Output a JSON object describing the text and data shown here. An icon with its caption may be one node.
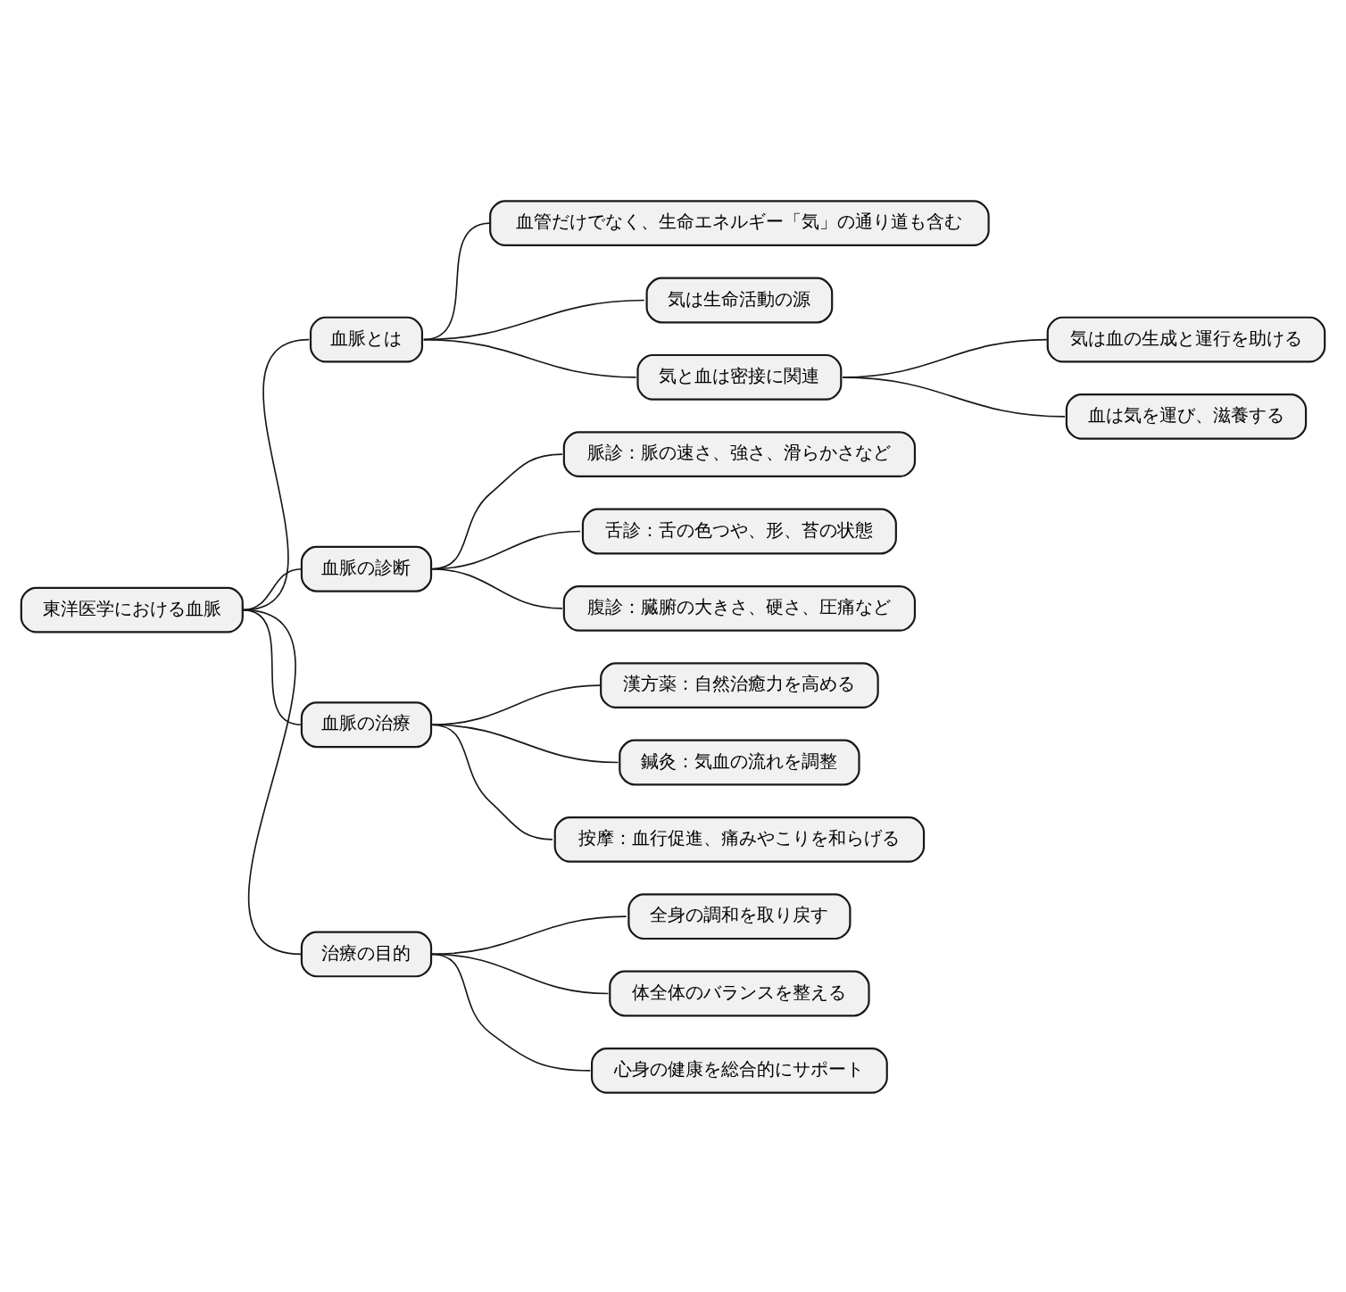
{
  "diagram": {
    "nodes": [
      {
        "text": [
          "東洋医学における血脈"
        ]
      },
      {
        "text": [
          "血脈とは"
        ]
      },
      {
        "text": [
          "血管だけでなく、生命エネルギー「気」の通り道も含む"
        ]
      },
      {
        "text": [
          "気は生命活動の源"
        ]
      },
      {
        "text": [
          "気と血は密接に関連"
        ]
      },
      {
        "text": [
          "気は血の生成と運行を助ける"
        ]
      },
      {
        "text": [
          "血は気を運び、滋養する"
        ]
      },
      {
        "text": [
          "血脈の診断"
        ]
      },
      {
        "text": [
          "脈診：脈の速さ、強さ、滑らかさなど"
        ]
      },
      {
        "text": [
          "舌診：舌の色つや、形、苔の状態"
        ]
      },
      {
        "text": [
          "腹診：臓腑の大きさ、硬さ、圧痛など"
        ]
      },
      {
        "text": [
          "血脈の治療"
        ]
      },
      {
        "text": [
          "漢方薬：自然治癒力を高める"
        ]
      },
      {
        "text": [
          "鍼灸：気血の流れを調整"
        ]
      },
      {
        "text": [
          "按摩：血行促進、痛みやこりを和らげる"
        ]
      },
      {
        "text": [
          "治療の目的"
        ]
      },
      {
        "text": [
          "全身の調和を取り戻す"
        ]
      },
      {
        "text": [
          "体全体のバランスを整える"
        ]
      },
      {
        "text": [
          "心身の健康を総合的にサポート"
        ]
      }
    ],
    "edges": [
      {
        "from": 0,
        "to": 1,
        "arrow": "none"
      },
      {
        "from": 1,
        "to": 2,
        "arrow": "none"
      },
      {
        "from": 1,
        "to": 3,
        "arrow": "none"
      },
      {
        "from": 1,
        "to": 4,
        "arrow": "none"
      },
      {
        "from": 4,
        "to": 5,
        "arrow": "none"
      },
      {
        "from": 4,
        "to": 6,
        "arrow": "none"
      },
      {
        "from": 0,
        "to": 7,
        "arrow": "none"
      },
      {
        "from": 7,
        "to": 8,
        "arrow": "none"
      },
      {
        "from": 7,
        "to": 9,
        "arrow": "none"
      },
      {
        "from": 7,
        "to": 10,
        "arrow": "none"
      },
      {
        "from": 0,
        "to": 11,
        "arrow": "none"
      },
      {
        "from": 11,
        "to": 12,
        "arrow": "none"
      },
      {
        "from": 11,
        "to": 13,
        "arrow": "none"
      },
      {
        "from": 11,
        "to": 14,
        "arrow": "none"
      },
      {
        "from": 0,
        "to": 15,
        "arrow": "none"
      },
      {
        "from": 15,
        "to": 16,
        "arrow": "none"
      },
      {
        "from": 15,
        "to": 17,
        "arrow": "none"
      },
      {
        "from": 15,
        "to": 18,
        "arrow": "none"
      }
    ]
  }
}
